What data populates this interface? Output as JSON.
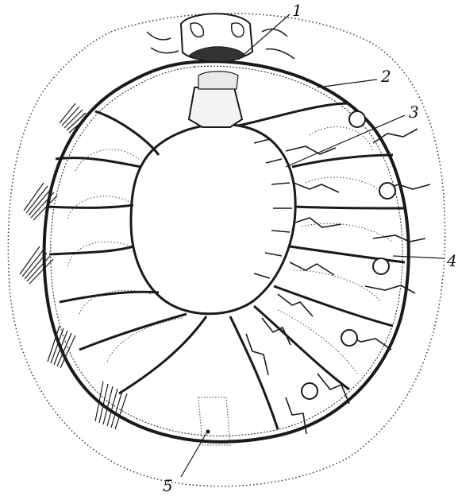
{
  "figure": {
    "labels": [
      {
        "id": "1",
        "text": "1"
      },
      {
        "id": "2",
        "text": "2"
      },
      {
        "id": "3",
        "text": "3"
      },
      {
        "id": "4",
        "text": "4"
      },
      {
        "id": "5",
        "text": "5"
      }
    ],
    "ink_color": "#1a1a1a",
    "background_color": "#ffffff"
  }
}
